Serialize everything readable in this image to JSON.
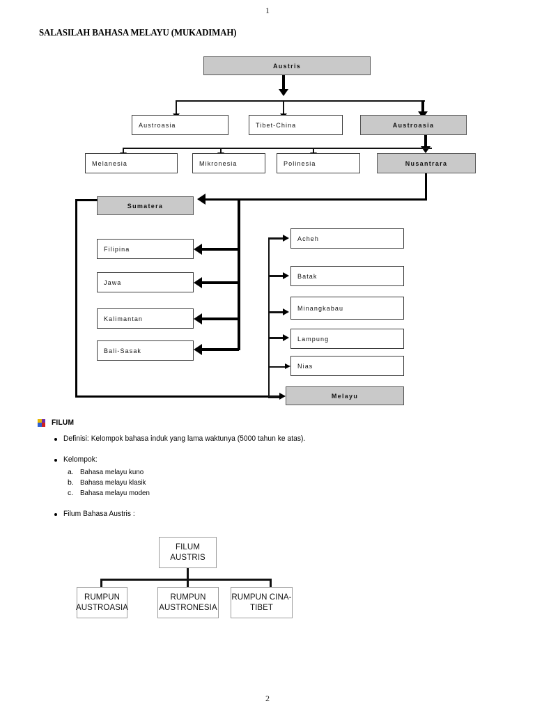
{
  "document": {
    "page_number_top": "1",
    "page_number_bottom": "2",
    "title": "SALASILAH BAHASA MELAYU (MUKADIMAH)"
  },
  "colors": {
    "highlight_fill": "#c9c9c9",
    "box_border": "#3a3a3a",
    "text": "#000000",
    "marker_yellow": "#e8b800",
    "marker_purple": "#6f2da8",
    "marker_blue": "#2f5fd0",
    "marker_red": "#cf2020"
  },
  "diagram_salasilah": {
    "name": "Salasilah Bahasa Melayu",
    "root": {
      "label": "Austris",
      "highlighted": true
    },
    "level2": [
      {
        "label": "Austroasia",
        "highlighted": false
      },
      {
        "label": "Tibet-China",
        "highlighted": false
      },
      {
        "label": "Austroasia",
        "highlighted": true
      }
    ],
    "level3": [
      {
        "label": "Melanesia",
        "highlighted": false
      },
      {
        "label": "Mikronesia",
        "highlighted": false
      },
      {
        "label": "Polinesia",
        "highlighted": false
      },
      {
        "label": "Nusantrara",
        "highlighted": true
      }
    ],
    "left_branch": [
      {
        "label": "Sumatera",
        "highlighted": true
      },
      {
        "label": "Filipina",
        "highlighted": false
      },
      {
        "label": "Jawa",
        "highlighted": false
      },
      {
        "label": "Kalimantan",
        "highlighted": false
      },
      {
        "label": "Bali-Sasak",
        "highlighted": false
      }
    ],
    "right_branch": [
      {
        "label": "Acheh",
        "highlighted": false
      },
      {
        "label": "Batak",
        "highlighted": false
      },
      {
        "label": "Minangkabau",
        "highlighted": false
      },
      {
        "label": "Lampung",
        "highlighted": false
      },
      {
        "label": "Nias",
        "highlighted": false
      },
      {
        "label": "Melayu",
        "highlighted": true
      }
    ]
  },
  "content": {
    "heading": "FILUM",
    "heading_marker": "four-color-arrow-bullet-icon",
    "bullets": [
      {
        "text": "Definisi: Kelompok bahasa induk yang lama waktunya (5000 tahun ke atas)."
      },
      {
        "text": "Kelompok:"
      },
      {
        "text": "Filum Bahasa Austris :"
      }
    ],
    "sub_items": [
      {
        "marker": "a.",
        "text": "Bahasa melayu kuno"
      },
      {
        "marker": "b.",
        "text": "Bahasa melayu klasik"
      },
      {
        "marker": "c.",
        "text": "Bahasa melayu moden"
      }
    ]
  },
  "diagram_filum_austris": {
    "name": "Filum Austris",
    "root": {
      "line1": "FILUM",
      "line2": "AUSTRIS"
    },
    "children": [
      {
        "line1": "RUMPUN",
        "line2": "AUSTROASIA"
      },
      {
        "line1": "RUMPUN",
        "line2": "AUSTRONESIA"
      },
      {
        "line1": "RUMPUN CINA-",
        "line2": "TIBET"
      }
    ]
  }
}
